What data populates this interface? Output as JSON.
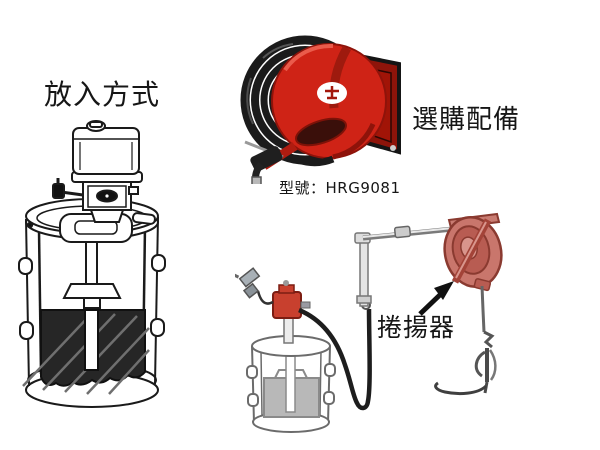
{
  "page": {
    "background": "#ffffff"
  },
  "labels": {
    "placement": "放入方式",
    "optional": "選購配備",
    "model": "型號：HRG9081",
    "reel": "捲揚器"
  },
  "figures": {
    "hose_reel_photo": {
      "body_color": "#cf2316",
      "bracket_color": "#8e140a",
      "hose_color": "#1b1b1b",
      "logo_color": "#ffffff"
    },
    "system_diagram": {
      "pump_color": "#c8402e",
      "reel_color": "#c9766c",
      "grease_color": "#b8b8b8",
      "line_color": "#6b6b6b",
      "hose_color": "#1d1d1d",
      "arrow_color": "#111111"
    },
    "drum_cutaway": {
      "line_color": "#1a1a1a",
      "grease_color": "#262626"
    }
  }
}
